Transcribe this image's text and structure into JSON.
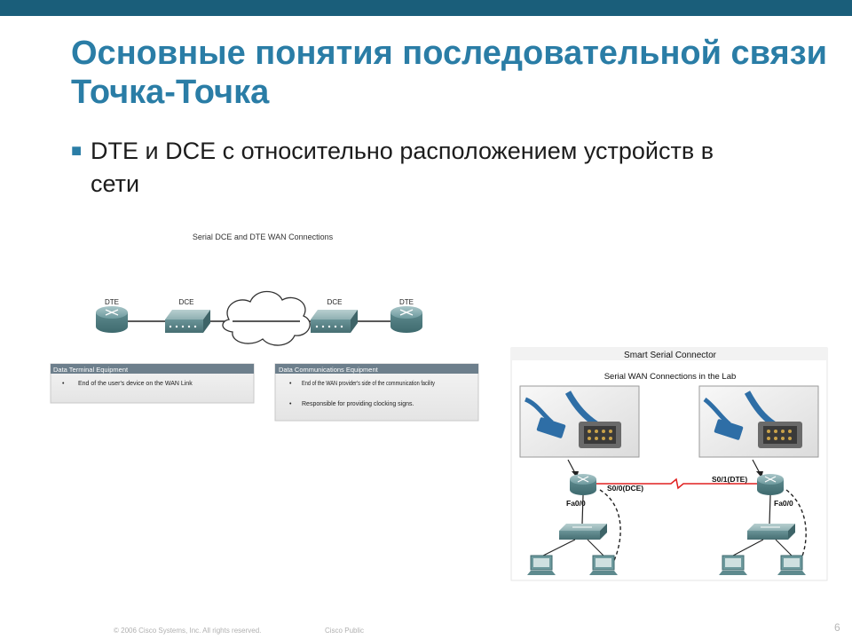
{
  "slide": {
    "title": "Основные понятия последовательной связи Точка-Точка",
    "bullet": "DTE и DCE с относительно расположением устройств в сети",
    "page_number": "6",
    "footer_copyright": "© 2006 Cisco Systems, Inc. All rights reserved.",
    "footer_class": "Cisco Public"
  },
  "diagram_left": {
    "title": "Serial DCE and DTE WAN Connections",
    "devices": [
      "DTE",
      "DCE",
      "DCE",
      "DTE"
    ],
    "dte_box": {
      "header": "Data Terminal Equipment",
      "items": [
        "End of the user's device on the WAN Link"
      ]
    },
    "dce_box": {
      "header": "Data Communications Equipment",
      "items": [
        "End of the WAN provider's side of the communication facility",
        "Responsible for providing clocking signs."
      ]
    }
  },
  "diagram_right": {
    "title": "Smart Serial Connector",
    "subtitle": "Serial WAN Connections in the Lab",
    "left_serial": "S0/0(DCE)",
    "right_serial": "S0/1(DTE)",
    "left_fa": "Fa0/0",
    "right_fa": "Fa0/0"
  },
  "colors": {
    "accent": "#2a7da6",
    "topbar": "#1a5e7a",
    "serial_link": "#e02020"
  }
}
